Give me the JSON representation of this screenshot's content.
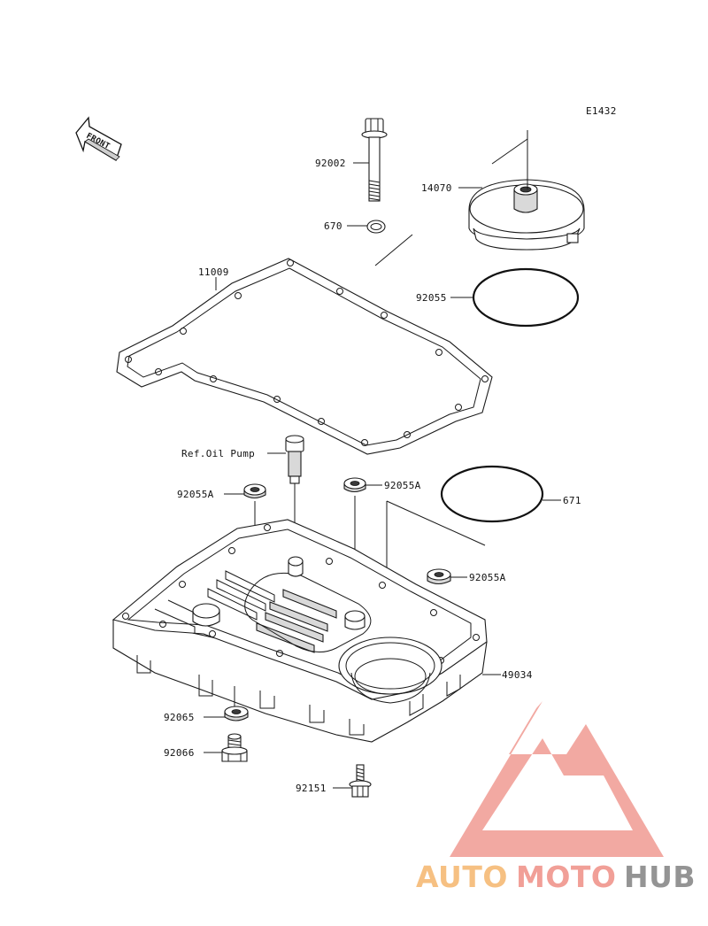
{
  "diagram_code": "E1432",
  "front_marker": "FRONT",
  "ref_note": "Ref.Oil Pump",
  "parts": [
    {
      "id": "92002",
      "label": "92002"
    },
    {
      "id": "14070",
      "label": "14070"
    },
    {
      "id": "670",
      "label": "670"
    },
    {
      "id": "11009",
      "label": "11009"
    },
    {
      "id": "92055",
      "label": "92055"
    },
    {
      "id": "92055A_left",
      "label": "92055A"
    },
    {
      "id": "92055A_center",
      "label": "92055A"
    },
    {
      "id": "92055A_right",
      "label": "92055A"
    },
    {
      "id": "671",
      "label": "671"
    },
    {
      "id": "49034",
      "label": "49034"
    },
    {
      "id": "92065",
      "label": "92065"
    },
    {
      "id": "92066",
      "label": "92066"
    },
    {
      "id": "92151",
      "label": "92151"
    }
  ],
  "watermark": {
    "brand_part1": "AUTO",
    "brand_part2": "MOTO",
    "brand_part3": "HUB",
    "colors": {
      "part1": "#f6bd7c",
      "part2": "#f19a92",
      "part3": "#8f8f8f",
      "logo": "#f2a59e"
    }
  }
}
